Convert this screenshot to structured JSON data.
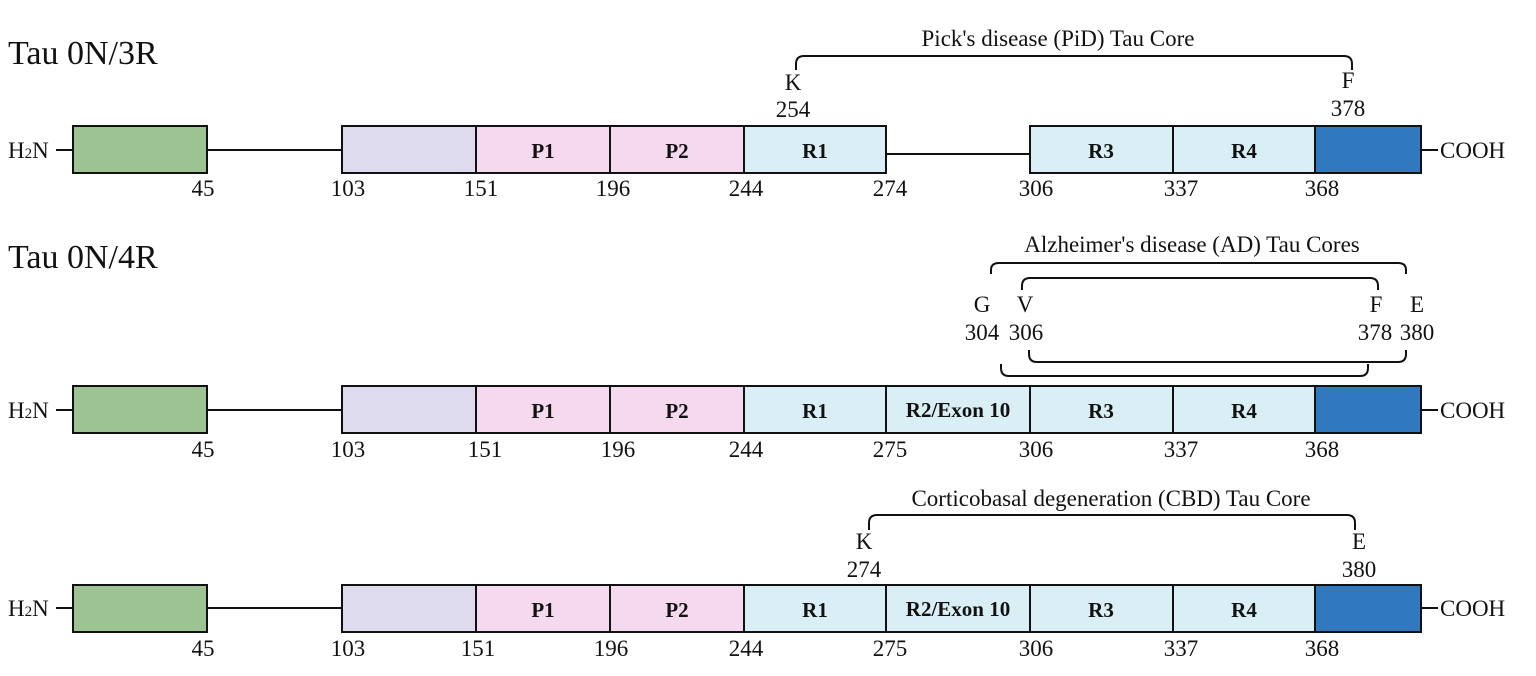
{
  "colors": {
    "green": "#9dc393",
    "lavender": "#dfdbee",
    "pink": "#f5d9ee",
    "lightblue": "#d9eff5",
    "blue": "#3179bf"
  },
  "termini": {
    "n": "H",
    "n_sub": "2",
    "n_tail": "N",
    "c": "COOH"
  },
  "constructs": [
    {
      "title": "Tau 0N/3R",
      "segments": [
        {
          "color": "green",
          "label": "",
          "end": "45"
        },
        {
          "color": "lavender",
          "label": "",
          "start": "103"
        },
        {
          "color": "pink",
          "label": "P1",
          "start": "151"
        },
        {
          "color": "pink",
          "label": "P2",
          "start": "196"
        },
        {
          "color": "lightblue",
          "label": "R1",
          "start": "244",
          "end": "274"
        },
        {
          "color": "lightblue",
          "label": "R3",
          "start": "306"
        },
        {
          "color": "lightblue",
          "label": "R4",
          "start": "337"
        },
        {
          "color": "blue",
          "label": "",
          "start": "368"
        }
      ],
      "cores": [
        {
          "name": "Pick's disease (PiD) Tau Core",
          "start_res": "K",
          "start_num": "254",
          "end_res": "F",
          "end_num": "378"
        }
      ]
    },
    {
      "title": "Tau 0N/4R",
      "segments": [
        {
          "color": "green",
          "label": "",
          "end": "45"
        },
        {
          "color": "lavender",
          "label": "",
          "start": "103"
        },
        {
          "color": "pink",
          "label": "P1",
          "start": "151"
        },
        {
          "color": "pink",
          "label": "P2",
          "start": "196"
        },
        {
          "color": "lightblue",
          "label": "R1",
          "start": "244"
        },
        {
          "color": "lightblue",
          "label": "R2/Exon 10",
          "start": "275"
        },
        {
          "color": "lightblue",
          "label": "R3",
          "start": "306"
        },
        {
          "color": "lightblue",
          "label": "R4",
          "start": "337"
        },
        {
          "color": "blue",
          "label": "",
          "start": "368"
        }
      ],
      "cores": [
        {
          "name": "Alzheimer's disease (AD) Tau Cores",
          "res_a": "G",
          "num_a": "304",
          "res_b": "V",
          "num_b": "306",
          "res_c": "F",
          "num_c": "378",
          "res_d": "E",
          "num_d": "380"
        }
      ]
    },
    {
      "title": "",
      "segments": [
        {
          "color": "green",
          "label": "",
          "end": "45"
        },
        {
          "color": "lavender",
          "label": "",
          "start": "103"
        },
        {
          "color": "pink",
          "label": "P1",
          "start": "151"
        },
        {
          "color": "pink",
          "label": "P2",
          "start": "196"
        },
        {
          "color": "lightblue",
          "label": "R1",
          "start": "244"
        },
        {
          "color": "lightblue",
          "label": "R2/Exon 10",
          "start": "275"
        },
        {
          "color": "lightblue",
          "label": "R3",
          "start": "306"
        },
        {
          "color": "lightblue",
          "label": "R4",
          "start": "337"
        },
        {
          "color": "blue",
          "label": "",
          "start": "368"
        }
      ],
      "cores": [
        {
          "name": "Corticobasal degeneration (CBD) Tau Core",
          "start_res": "K",
          "start_num": "274",
          "end_res": "E",
          "end_num": "380"
        }
      ]
    }
  ]
}
